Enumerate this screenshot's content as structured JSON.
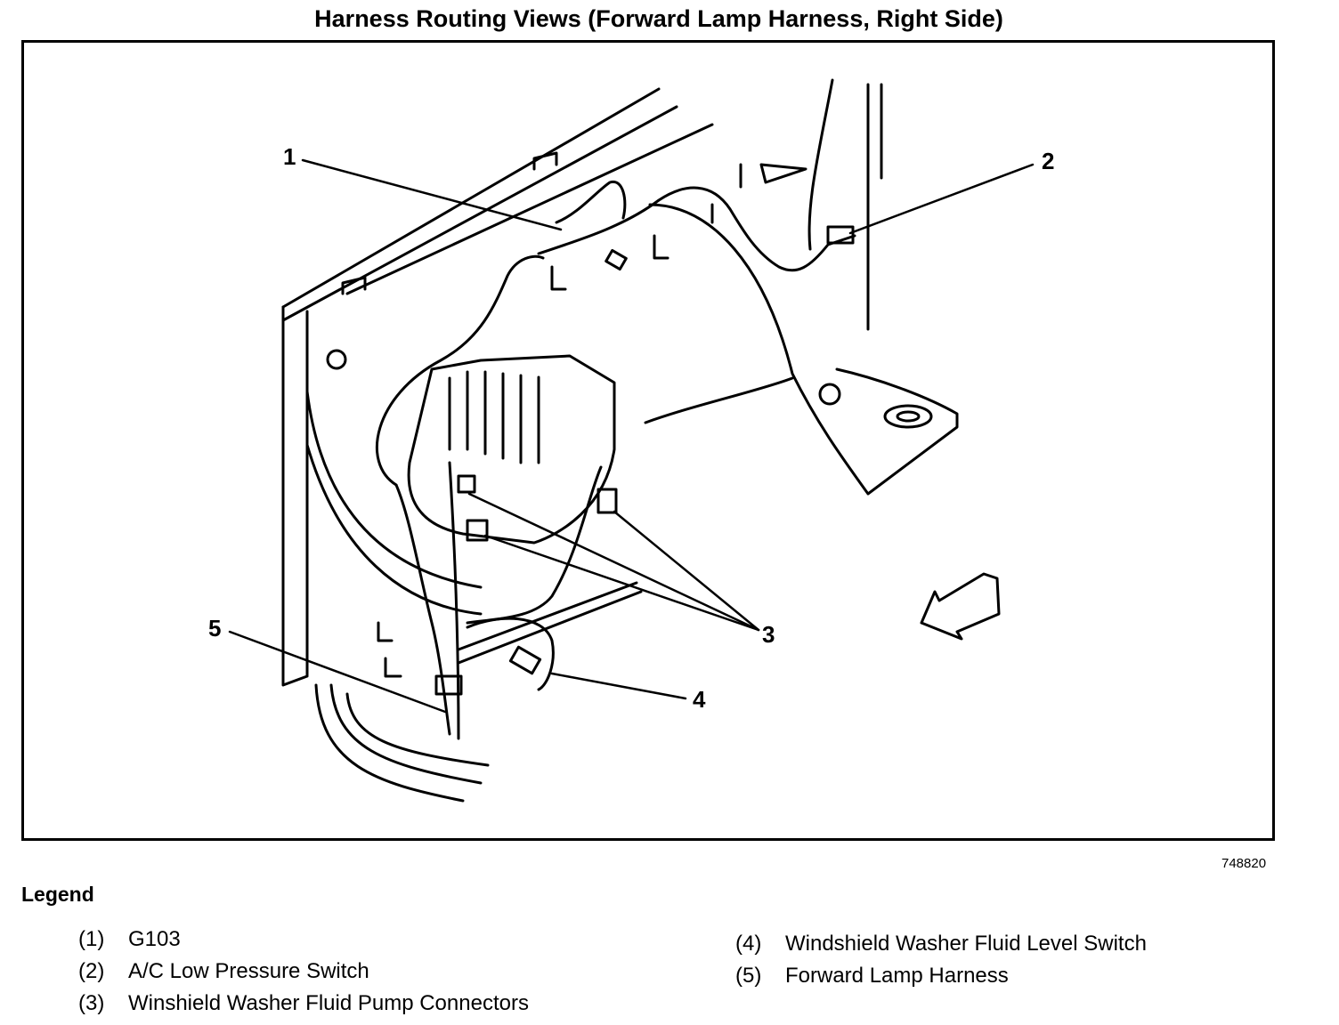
{
  "title": "Harness Routing Views (Forward Lamp Harness, Right Side)",
  "figure_number": "748820",
  "callouts": [
    "1",
    "2",
    "3",
    "4",
    "5"
  ],
  "legend": {
    "title": "Legend",
    "items": [
      {
        "num": "(1)",
        "text": "G103"
      },
      {
        "num": "(2)",
        "text": "A/C Low Pressure Switch"
      },
      {
        "num": "(3)",
        "text": "Winshield Washer Fluid Pump Connectors"
      },
      {
        "num": "(4)",
        "text": "Windshield Washer Fluid Level Switch"
      },
      {
        "num": "(5)",
        "text": "Forward Lamp Harness"
      }
    ]
  }
}
